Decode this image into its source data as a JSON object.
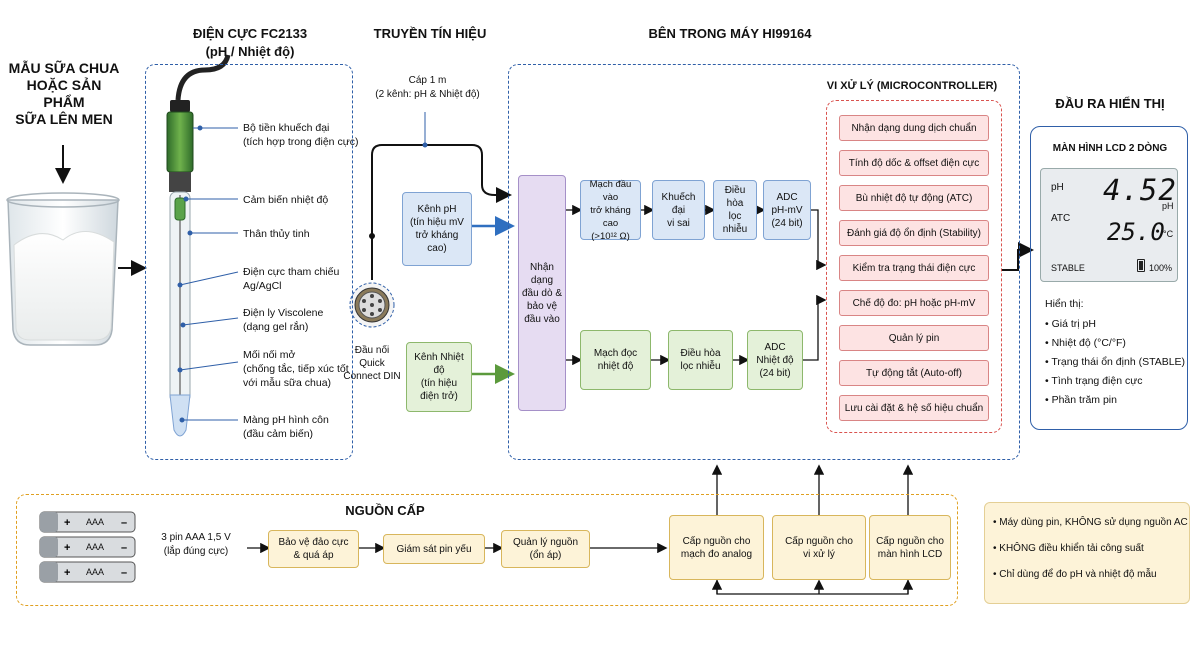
{
  "sample": {
    "title": "MẪU SỮA CHUA\nHOẶC SẢN PHẨM\nSỮA LÊN MEN"
  },
  "electrode": {
    "title": "ĐIỆN CỰC FC2133",
    "subtitle": "(pH / Nhiệt độ)",
    "labels": [
      "Bộ tiền khuếch đại\n(tích hợp trong điện cực)",
      "Cảm biến nhiệt độ",
      "Thân thủy tinh",
      "Điện cực tham chiếu\nAg/AgCl",
      "Điện ly Viscolene\n(dạng gel rắn)",
      "Mối nối mở\n(chống tắc, tiếp xúc tốt\nvới mẫu sữa chua)",
      "Màng pH hình côn\n(đầu cảm biến)"
    ]
  },
  "signal": {
    "title": "TRUYỀN TÍN HIỆU",
    "cable": "Cáp 1 m\n(2 kênh: pH & Nhiệt độ)",
    "connector": "Đầu nối\nQuick\nConnect DIN",
    "ph_channel": "Kênh pH\n(tín hiệu mV\ntrở kháng cao)",
    "temp_channel": "Kênh Nhiệt độ\n(tín hiệu\nđiện trở)"
  },
  "meter": {
    "title": "BÊN TRONG MÁY HI99164",
    "probe_recog": "Nhận dạng\nđầu dò &\nbảo vệ\nđầu vào",
    "ph_chain": [
      "Mạch đầu vào\ntrở kháng cao\n(>10¹² Ω)",
      "Khuếch đại\nvi sai",
      "Điều hòa\nlọc nhiễu",
      "ADC\npH-mV\n(24 bit)"
    ],
    "temp_chain": [
      "Mạch đọc\nnhiệt độ",
      "Điều hòa\nlọc nhiễu",
      "ADC\nNhiệt độ\n(24 bit)"
    ]
  },
  "mcu": {
    "title": "VI XỬ LÝ (MICROCONTROLLER)",
    "items": [
      "Nhận dạng dung dịch chuẩn",
      "Tính độ dốc & offset điện cực",
      "Bù nhiệt độ tự động (ATC)",
      "Đánh giá độ ổn định (Stability)",
      "Kiểm tra trạng thái điện cực",
      "Chế độ đo: pH hoặc pH-mV",
      "Quản lý pin",
      "Tự động tắt (Auto-off)",
      "Lưu cài đặt & hệ số hiệu chuẩn"
    ]
  },
  "output": {
    "title": "ĐẦU RA HIỂN THỊ",
    "lcd_title": "MÀN HÌNH LCD 2 DÒNG",
    "ph_label": "pH",
    "ph_value": "4.52",
    "ph_unit": "pH",
    "atc_label": "ATC",
    "temp_value": "25.0",
    "temp_unit": "°C",
    "stable": "STABLE",
    "battery": "100%",
    "battery_level": 1.0,
    "display_title": "Hiển thị:",
    "display_items": [
      "Giá trị pH",
      "Nhiệt độ (°C/°F)",
      "Trạng thái ổn định (STABLE)",
      "Tình trạng điện cực",
      "Phần trăm pin"
    ]
  },
  "power": {
    "title": "NGUỒN CẤP",
    "battery_label": "AAA",
    "battery_desc": "3 pin AAA 1,5 V\n(lắp đúng cực)",
    "chain": [
      "Bảo vệ đảo cực\n& quá áp",
      "Giám sát pin yếu",
      "Quản lý nguồn\n(ổn áp)"
    ],
    "supplies": [
      "Cấp nguồn cho\nmạch đo analog",
      "Cấp nguồn cho\nvi xử lý",
      "Cấp nguồn cho\nmàn hình LCD"
    ]
  },
  "notes": [
    "Máy dùng pin, KHÔNG sử dụng nguồn AC",
    "KHÔNG điều khiển tải công suất",
    "Chỉ dùng để đo pH và nhiệt độ mẫu"
  ],
  "colors": {
    "blue": "#2f5fa8",
    "red": "#d9534f",
    "orange": "#e0a020",
    "green": "#5b9a3c"
  }
}
